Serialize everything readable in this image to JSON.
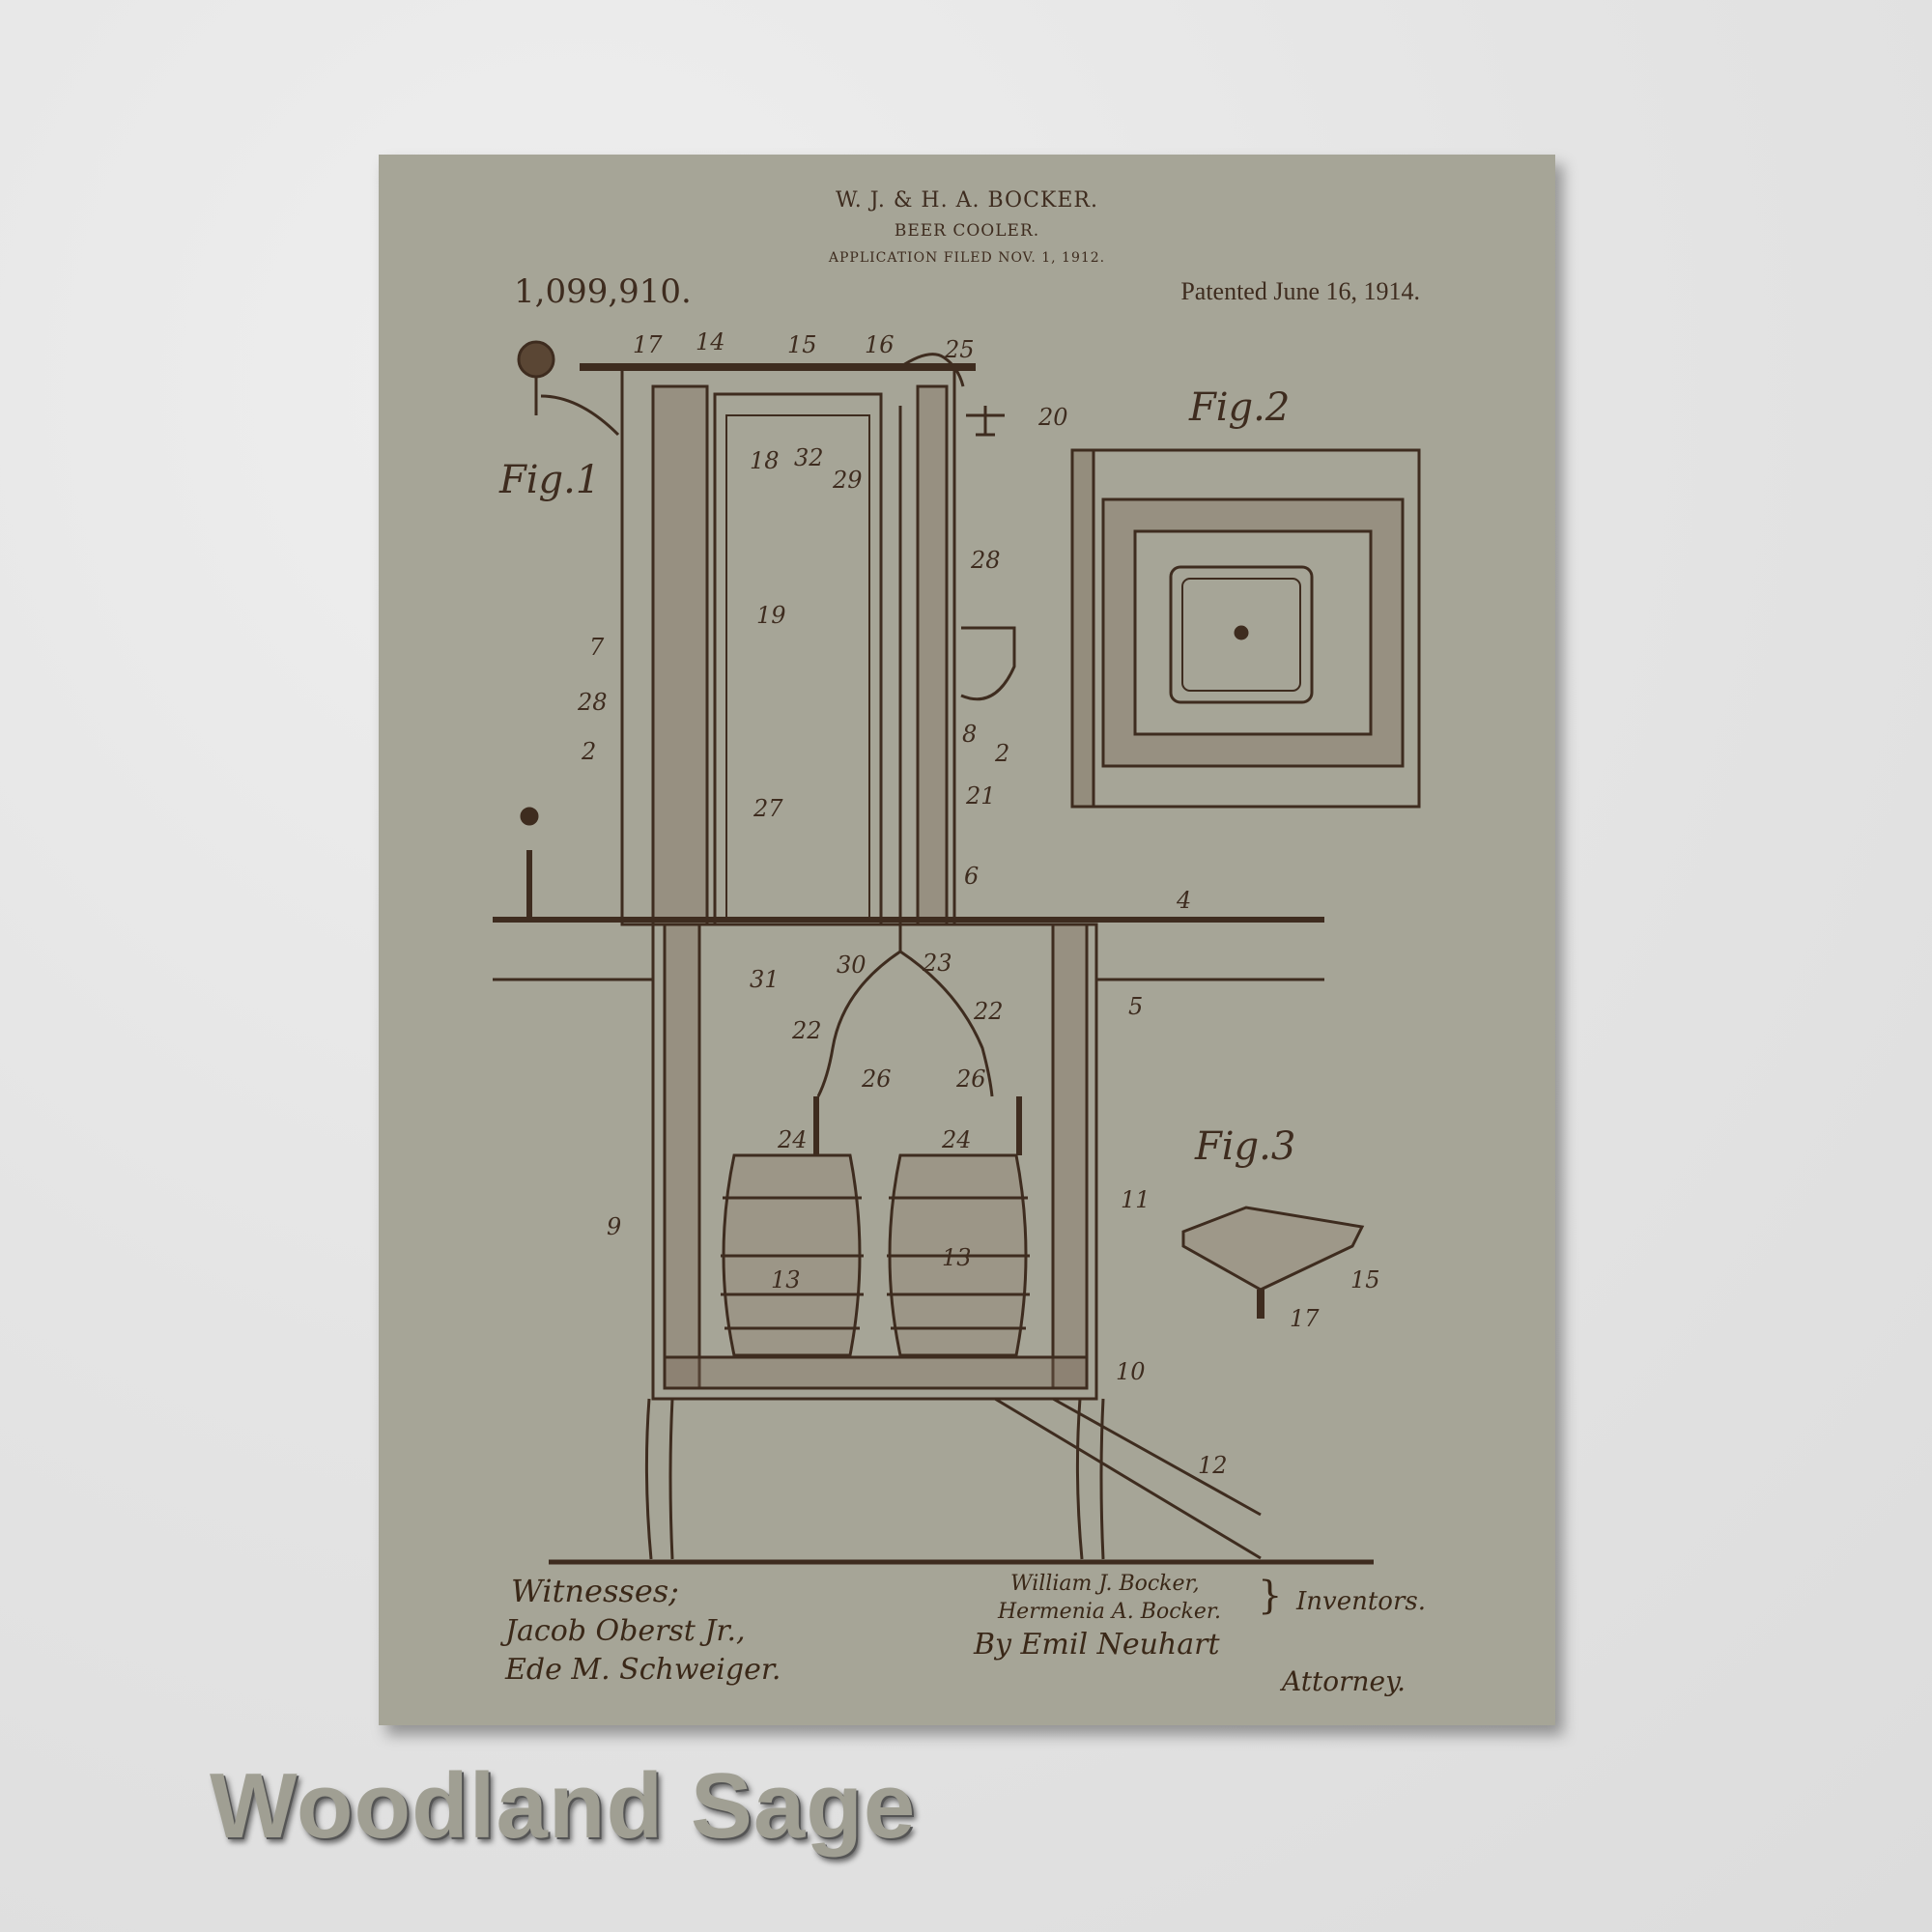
{
  "patent": {
    "inventors_header": "W. J. & H. A. BOCKER.",
    "title": "BEER COOLER.",
    "application": "APPLICATION FILED NOV. 1, 1912.",
    "number": "1,099,910.",
    "patented": "Patented June 16, 1914."
  },
  "figures": {
    "fig1": "Fig.1",
    "fig2": "Fig.2",
    "fig3": "Fig.3"
  },
  "reference_numerals": [
    "17",
    "14",
    "15",
    "16",
    "25",
    "20",
    "18",
    "32",
    "29",
    "28",
    "19",
    "7",
    "28",
    "2",
    "8",
    "2",
    "21",
    "27",
    "6",
    "4",
    "31",
    "30",
    "23",
    "5",
    "22",
    "22",
    "26",
    "26",
    "24",
    "24",
    "9",
    "11",
    "13",
    "13",
    "10",
    "12",
    "15",
    "17"
  ],
  "signatures": {
    "witnesses_label": "Witnesses;",
    "witness1": "Jacob Oberst Jr.,",
    "witness2": "Ede M. Schweiger.",
    "inventor1": "William J. Bocker,",
    "inventor2": "Hermenia A. Bocker.",
    "inventors_label": "Inventors.",
    "by_attorney": "By Emil Neuhart",
    "attorney_label": "Attorney."
  },
  "product": {
    "color_name": "Woodland Sage",
    "poster_color": "#a6a597",
    "ink_color": "#3e2c1f"
  }
}
